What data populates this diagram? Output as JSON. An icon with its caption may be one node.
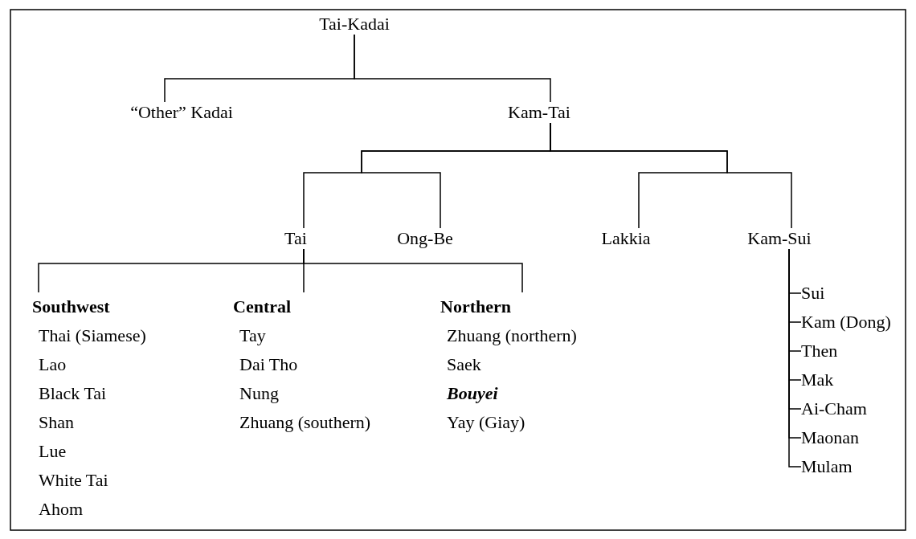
{
  "diagram": {
    "nodes": [
      {
        "text": [
          "Tai-Kadai"
        ]
      },
      {
        "text": [
          "“Other” Kadai"
        ]
      },
      {
        "text": [
          "Kam-Tai"
        ]
      },
      {
        "text": [
          "Tai"
        ]
      },
      {
        "text": [
          "Ong-Be"
        ]
      },
      {
        "text": [
          "Lakkia"
        ]
      },
      {
        "text": [
          "Kam-Sui"
        ]
      },
      {
        "text": [
          "Southwest",
          "Thai (Siamese)",
          "Lao",
          "Black Tai",
          "Shan",
          "Lue",
          "White Tai",
          "Ahom"
        ]
      },
      {
        "text": [
          "Central",
          "Tay",
          "Dai Tho",
          "Nung",
          "Zhuang (southern)"
        ]
      },
      {
        "text": [
          "Northern",
          "Zhuang (northern)",
          "Saek",
          "Bouyei",
          "Yay (Giay)"
        ]
      },
      {
        "text": [
          "Sui"
        ]
      },
      {
        "text": [
          "Kam (Dong)"
        ]
      },
      {
        "text": [
          "Then"
        ]
      },
      {
        "text": [
          "Mak"
        ]
      },
      {
        "text": [
          "Ai-Cham"
        ]
      },
      {
        "text": [
          "Maonan"
        ]
      },
      {
        "text": [
          "Mulam"
        ]
      }
    ],
    "edges": [
      {
        "from": 0,
        "to": 1,
        "arrow": "none"
      },
      {
        "from": 0,
        "to": 2,
        "arrow": "none"
      },
      {
        "from": 2,
        "to": 3,
        "arrow": "none"
      },
      {
        "from": 2,
        "to": 4,
        "arrow": "none"
      },
      {
        "from": 2,
        "to": 5,
        "arrow": "none"
      },
      {
        "from": 2,
        "to": 6,
        "arrow": "none"
      },
      {
        "from": 3,
        "to": 7,
        "arrow": "none"
      },
      {
        "from": 3,
        "to": 8,
        "arrow": "none"
      },
      {
        "from": 3,
        "to": 9,
        "arrow": "none"
      },
      {
        "from": 6,
        "to": 10,
        "arrow": "none"
      },
      {
        "from": 6,
        "to": 11,
        "arrow": "none"
      },
      {
        "from": 6,
        "to": 12,
        "arrow": "none"
      },
      {
        "from": 6,
        "to": 13,
        "arrow": "none"
      },
      {
        "from": 6,
        "to": 14,
        "arrow": "none"
      },
      {
        "from": 6,
        "to": 15,
        "arrow": "none"
      },
      {
        "from": 6,
        "to": 16,
        "arrow": "none"
      }
    ]
  }
}
